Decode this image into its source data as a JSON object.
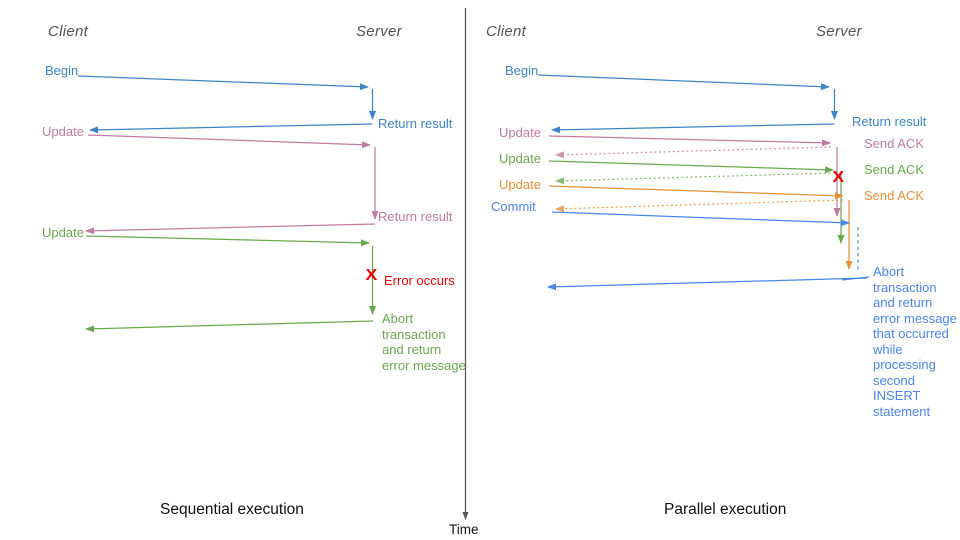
{
  "colors": {
    "blue": "#3d85c6",
    "blue2": "#4a86e8",
    "pink": "#c27ba0",
    "green": "#6aa84f",
    "orange": "#e69138",
    "red": "#ee0000",
    "axis_gray": "#555555"
  },
  "time_axis": {
    "label": "Time"
  },
  "left_panel": {
    "caption": "Sequential execution",
    "client_label": "Client",
    "server_label": "Server",
    "begin_label": "Begin",
    "return_result_1": "Return result",
    "update_1": "Update",
    "return_result_2": "Return result",
    "update_2": "Update",
    "error_x": "X",
    "error_label": "Error occurs",
    "abort_note": "Abort\ntransaction\nand return\nerror message"
  },
  "right_panel": {
    "caption": "Parallel execution",
    "client_label": "Client",
    "server_label": "Server",
    "begin_label": "Begin",
    "return_result": "Return result",
    "update_1": "Update",
    "send_ack_1": "Send ACK",
    "update_2": "Update",
    "send_ack_2": "Send ACK",
    "update_3": "Update",
    "send_ack_3": "Send ACK",
    "commit_label": "Commit",
    "error_x": "X",
    "abort_note": "Abort\ntransaction\nand return\nerror message\nthat occurred\nwhile\nprocessing\nsecond\nINSERT\nstatement"
  }
}
